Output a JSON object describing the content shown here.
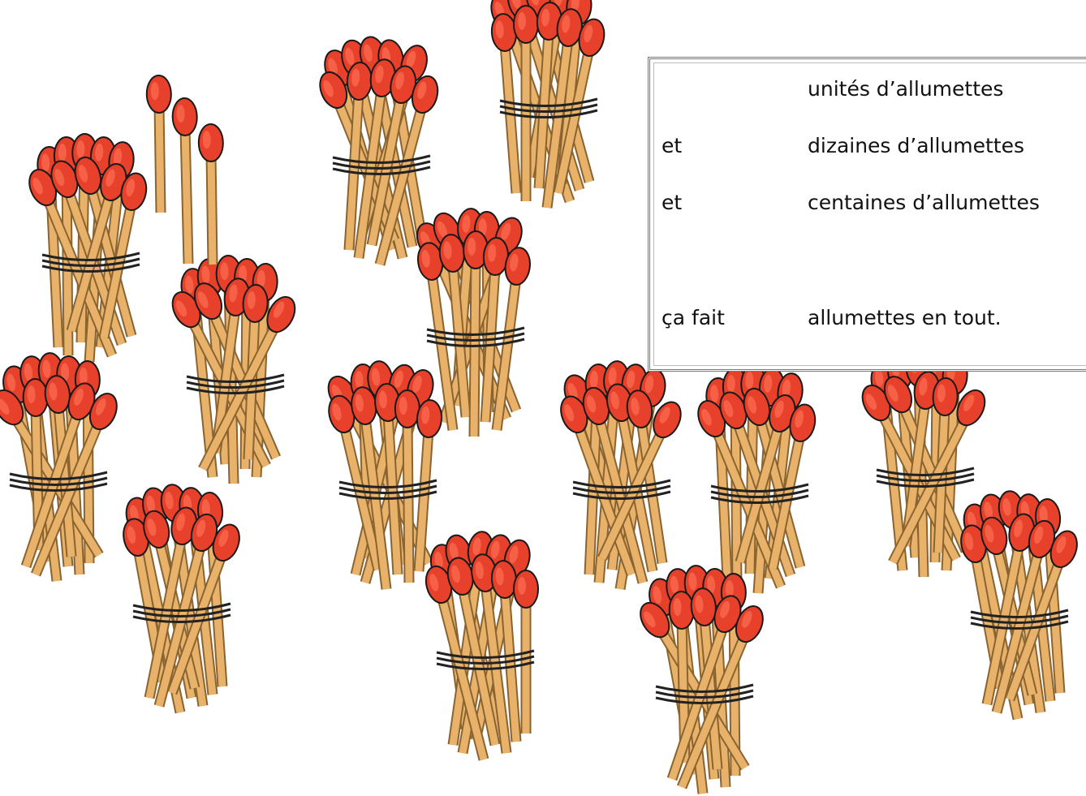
{
  "worksheet": {
    "rows": [
      {
        "prefix": "",
        "label": "unités d’allumettes"
      },
      {
        "prefix": "et",
        "label": "dizaines d’allumettes"
      },
      {
        "prefix": "et",
        "label": "centaines d’allumettes"
      },
      {
        "prefix": "ça fait",
        "label": "allumettes en tout."
      }
    ]
  },
  "illustration": {
    "bundle_count": 14,
    "single_match_count": 3,
    "matches_per_bundle": 10,
    "colors": {
      "match_head": "#e8412b",
      "match_head_shadow": "#b52414",
      "match_stick": "#e9b26b",
      "match_stick_edge": "#8a6430",
      "band": "#222222"
    },
    "icons": [
      "match-bundle-icon",
      "single-match-icon"
    ]
  }
}
